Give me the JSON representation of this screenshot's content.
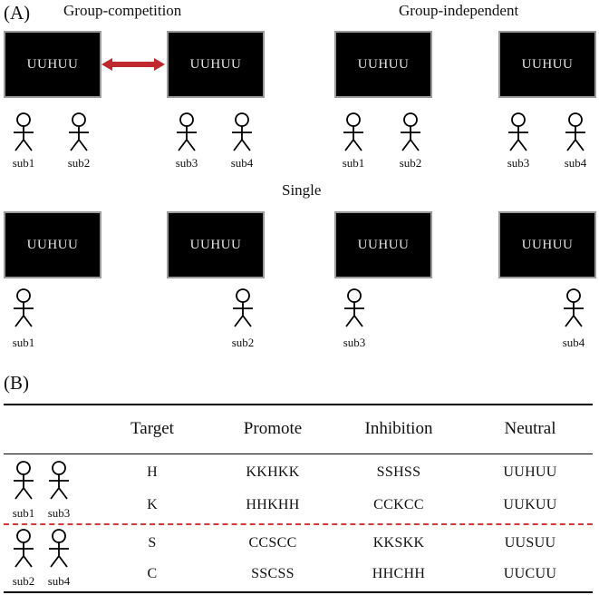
{
  "panel_a": {
    "label": "(A)",
    "group_competition_title": "Group-competition",
    "group_independent_title": "Group-independent",
    "single_title": "Single",
    "screen_text": "UUHUU",
    "subjects": [
      "sub1",
      "sub2",
      "sub3",
      "sub4"
    ],
    "arrow_color": "#c0282d"
  },
  "panel_b": {
    "label": "(B)",
    "headers": [
      "Target",
      "Promote",
      "Inhibition",
      "Neutral"
    ],
    "group1_subjects": [
      "sub1",
      "sub3"
    ],
    "group2_subjects": [
      "sub2",
      "sub4"
    ],
    "rows": [
      [
        "H",
        "KKHKK",
        "SSHSS",
        "UUHUU"
      ],
      [
        "K",
        "HHKHH",
        "CCKCC",
        "UUKUU"
      ],
      [
        "S",
        "CCSCC",
        "KKSKK",
        "UUSUU"
      ],
      [
        "C",
        "SSCSS",
        "HHCHH",
        "UUCUU"
      ]
    ],
    "divider_color": "#d23a3a"
  }
}
